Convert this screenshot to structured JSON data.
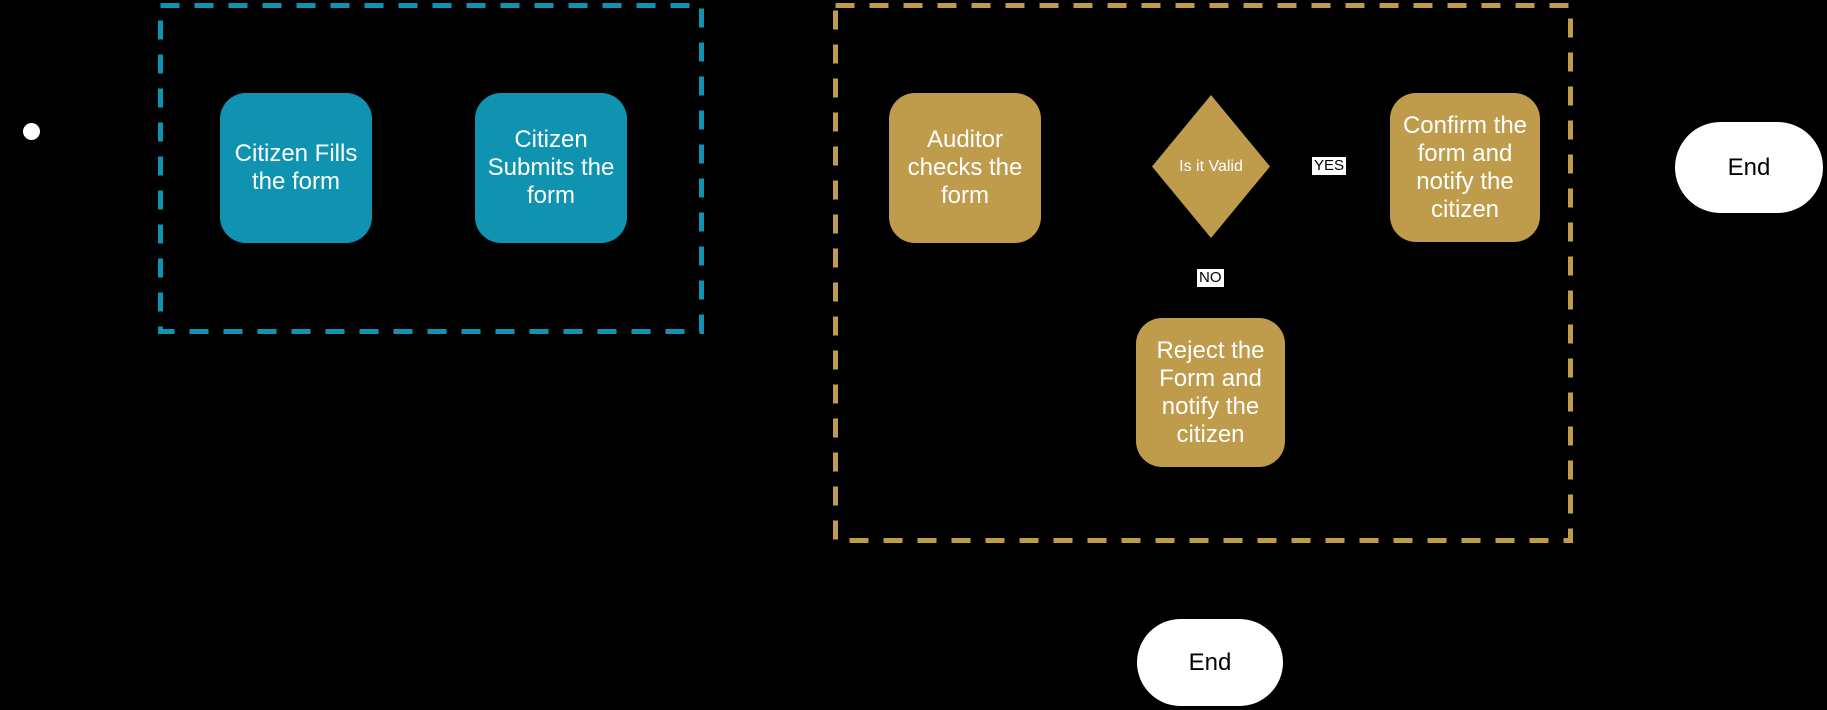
{
  "diagram": {
    "type": "flowchart",
    "background_color": "#000000",
    "colors": {
      "citizen_group": "#0f93b1",
      "auditor_group": "#bf9b4c",
      "task_text": "#ffffff",
      "terminal_fill": "#ffffff",
      "terminal_text": "#000000",
      "edge_label_bg": "#ffffff",
      "edge_label_text": "#000000"
    },
    "start": {
      "shape": "circle",
      "color": "#ffffff"
    },
    "groups": {
      "citizen": {
        "border_style": "dashed",
        "border_color": "#0f93b1"
      },
      "auditor": {
        "border_style": "dashed",
        "border_color": "#bf9b4c"
      }
    },
    "nodes": {
      "fill_form": {
        "label": "Citizen Fills the form",
        "shape": "rounded-rect",
        "color": "#0f93b1"
      },
      "submit_form": {
        "label": "Citizen Submits the form",
        "shape": "rounded-rect",
        "color": "#0f93b1"
      },
      "auditor_checks": {
        "label": "Auditor checks the form",
        "shape": "rounded-rect",
        "color": "#bf9b4c"
      },
      "is_valid": {
        "label": "Is it Valid",
        "shape": "diamond",
        "color": "#bf9b4c"
      },
      "confirm": {
        "label": "Confirm the form and notify the citizen",
        "shape": "rounded-rect",
        "color": "#bf9b4c"
      },
      "reject": {
        "label": "Reject the Form and notify the citizen",
        "shape": "rounded-rect",
        "color": "#bf9b4c"
      },
      "end_main": {
        "label": "End",
        "shape": "terminator",
        "color": "#ffffff"
      },
      "end_reject": {
        "label": "End",
        "shape": "terminator",
        "color": "#ffffff"
      }
    },
    "edge_labels": {
      "yes": "YES",
      "no": "NO"
    }
  }
}
